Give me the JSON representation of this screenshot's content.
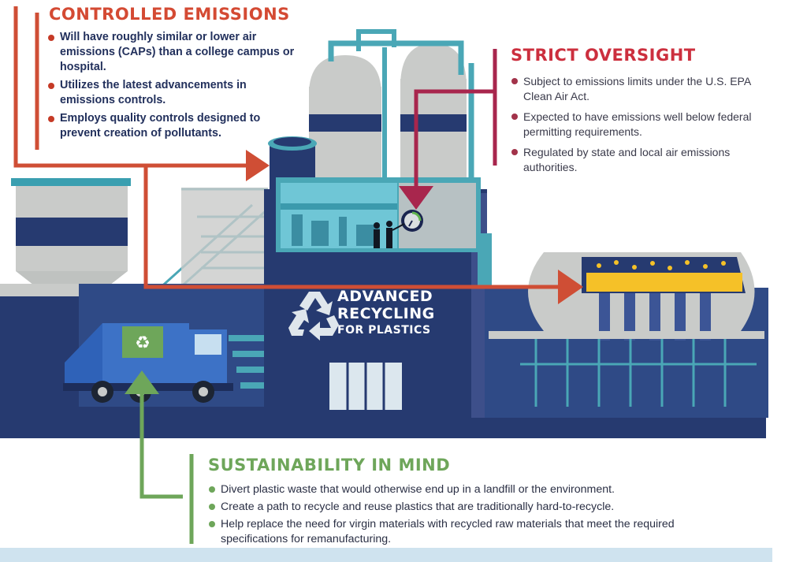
{
  "colors": {
    "navy": "#263a70",
    "silver": "#c9cbc9",
    "teal": "#3aa0b2",
    "red_arrow": "#cf4e35",
    "maroon_arrow": "#a8264d",
    "green_arrow": "#6ea65a",
    "gold": "#f5c128"
  },
  "controlled_emissions": {
    "title": "CONTROLLED EMISSIONS",
    "items": [
      "Will have roughly similar or lower air emissions (CAPs) than a college campus or hospital.",
      "Utilizes the latest advancements in emissions controls.",
      "Employs quality controls designed to prevent creation of pollutants."
    ]
  },
  "strict_oversight": {
    "title": "STRICT OVERSIGHT",
    "items": [
      "Subject to emissions limits under the U.S. EPA Clean Air Act.",
      "Expected to have emissions well below federal permitting requirements.",
      "Regulated by state and local air emissions authorities."
    ]
  },
  "sustainability": {
    "title": "SUSTAINABILITY IN MIND",
    "items": [
      "Divert plastic waste that would otherwise end up in a landfill or the environment.",
      "Create a path to recycle and reuse plastics that are traditionally hard-to-recycle.",
      "Help replace the need for virgin materials with recycled raw materials that meet the required specifications for remanufacturing."
    ]
  },
  "facility": {
    "line1": "ADVANCED",
    "line2": "RECYCLING",
    "line3": "FOR PLASTICS",
    "icons": [
      "recycle-icon",
      "truck-icon",
      "gauge-icon",
      "worker-icon"
    ]
  }
}
